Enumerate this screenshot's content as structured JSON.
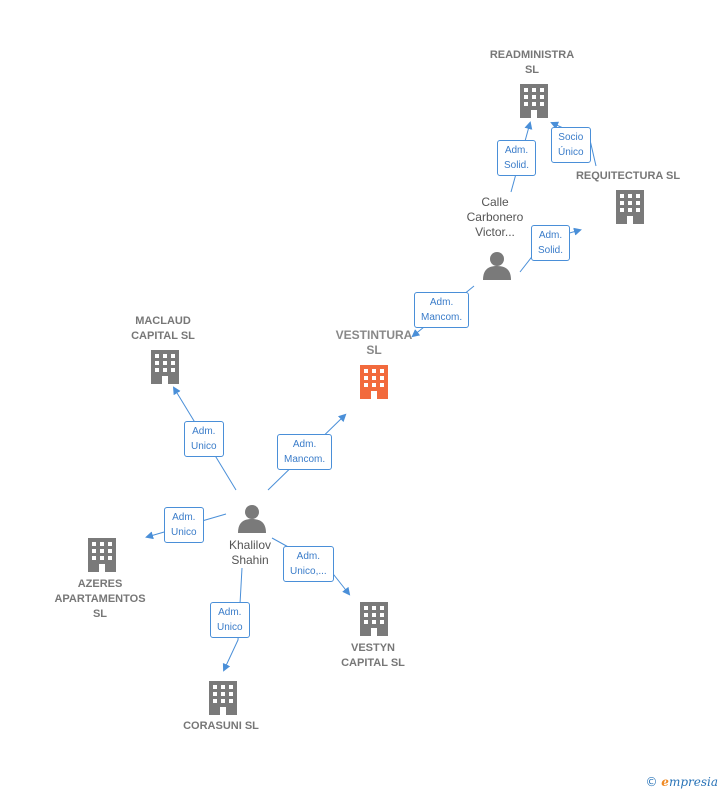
{
  "colors": {
    "edge": "#4a8fd8",
    "company": "#7a7a7a",
    "focus": "#f26a3d",
    "person": "#7a7a7a"
  },
  "nodes": {
    "readministra": {
      "label": "READMINISTRA\nSL"
    },
    "requitectura": {
      "label": "REQUITECTURA SL"
    },
    "calle": {
      "label": "Calle\nCarbonero\nVictor..."
    },
    "vestintura": {
      "label": "VESTINTURA\nSL"
    },
    "maclaud": {
      "label": "MACLAUD\nCAPITAL  SL"
    },
    "khalilov": {
      "label": "Khalilov\nShahin"
    },
    "azeres": {
      "label": "AZERES\nAPARTAMENTOS\nSL"
    },
    "vestyn": {
      "label": "VESTYN\nCAPITAL  SL"
    },
    "corasuni": {
      "label": "CORASUNI  SL"
    }
  },
  "edge_labels": {
    "calle_readministra": "Adm.\nSolid.",
    "requitectura_readministra": "Socio\nÚnico",
    "calle_requitectura": "Adm.\nSolid.",
    "calle_vestintura": "Adm.\nMancom.",
    "khalilov_vestintura": "Adm.\nMancom.",
    "khalilov_maclaud": "Adm.\nUnico",
    "khalilov_azeres": "Adm.\nUnico",
    "khalilov_vestyn": "Adm.\nUnico,...",
    "khalilov_corasuni": "Adm.\nUnico"
  },
  "brand": {
    "copyright": "©",
    "e": "e",
    "name": "mpresia"
  }
}
